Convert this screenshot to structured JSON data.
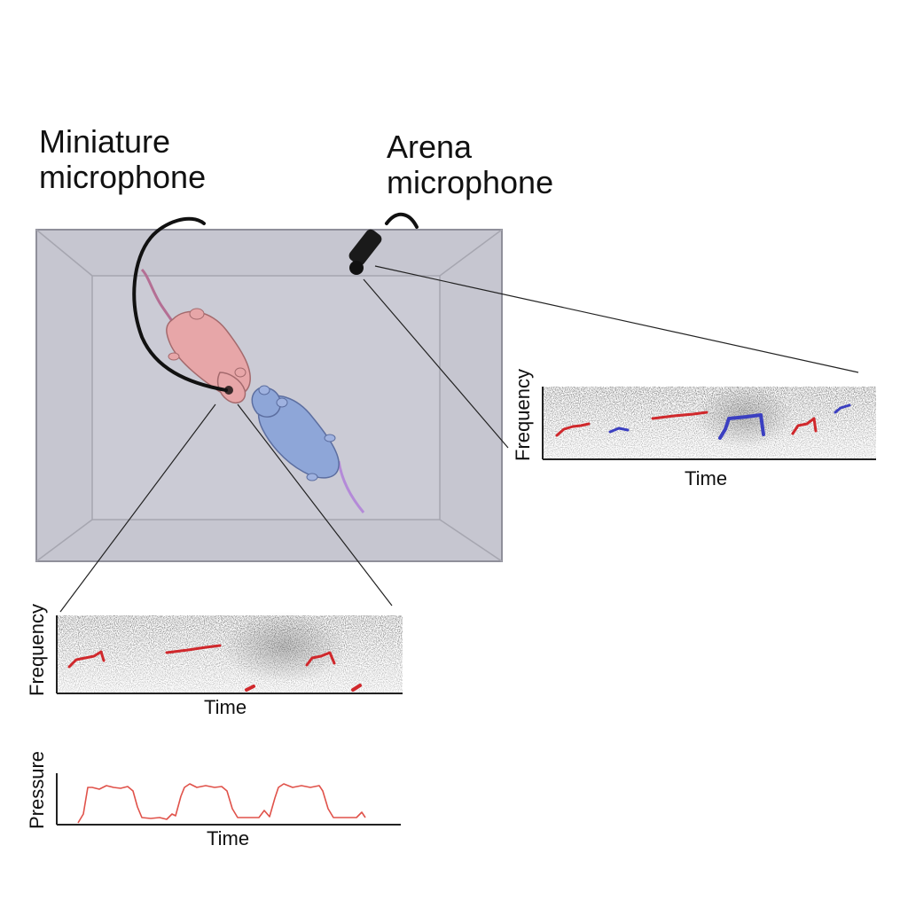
{
  "labels": {
    "mini_mic_line1": "Miniature",
    "mini_mic_line2": "microphone",
    "arena_mic_line1": "Arena",
    "arena_mic_line2": "microphone"
  },
  "arena_spectrogram": {
    "ylabel": "Frequency",
    "xlabel": "Time"
  },
  "mini_spectrogram": {
    "ylabel": "Frequency",
    "xlabel": "Time"
  },
  "pressure_trace": {
    "ylabel": "Pressure",
    "xlabel": "Time"
  },
  "colors": {
    "arena_box": "#c9c9d3",
    "arena_edge": "#8f8f9a",
    "mouse_pink": "#e7a6a8",
    "mouse_blue": "#8ea6d8",
    "call_red": "#d0282c",
    "call_blue": "#3b3fc1",
    "pressure_line": "#e0524a"
  }
}
